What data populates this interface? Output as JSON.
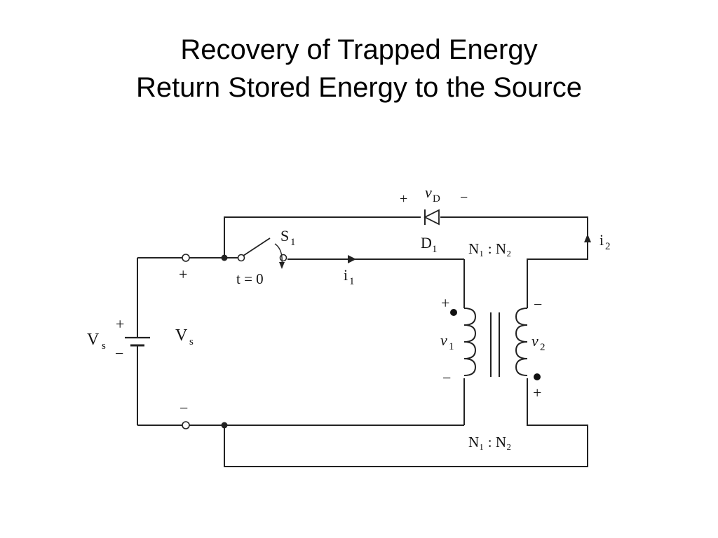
{
  "slide": {
    "title_line1": "Recovery of Trapped Energy",
    "title_line2": "Return Stored Energy to the Source"
  },
  "circuit": {
    "source_label": "V",
    "source_sub": "s",
    "source_plus": "+",
    "source_minus": "−",
    "terminal_v_label": "V",
    "terminal_v_sub": "s",
    "terminal_plus": "+",
    "terminal_minus": "−",
    "switch_label": "S",
    "switch_sub": "1",
    "switch_time": "t = 0",
    "current1_label": "i",
    "current1_sub": "1",
    "diode_label": "D",
    "diode_sub": "1",
    "diode_voltage_label": "v",
    "diode_voltage_sub": "D",
    "diode_plus": "+",
    "diode_minus": "−",
    "current2_label": "i",
    "current2_sub": "2",
    "turns_ratio_top": "N₁ : N₂",
    "turns_ratio_bottom": "N₁ : N₂",
    "primary_voltage_label": "v",
    "primary_voltage_sub": "1",
    "primary_plus": "+",
    "primary_minus": "−",
    "secondary_voltage_label": "v",
    "secondary_voltage_sub": "2",
    "secondary_plus": "+",
    "secondary_minus": "−"
  }
}
